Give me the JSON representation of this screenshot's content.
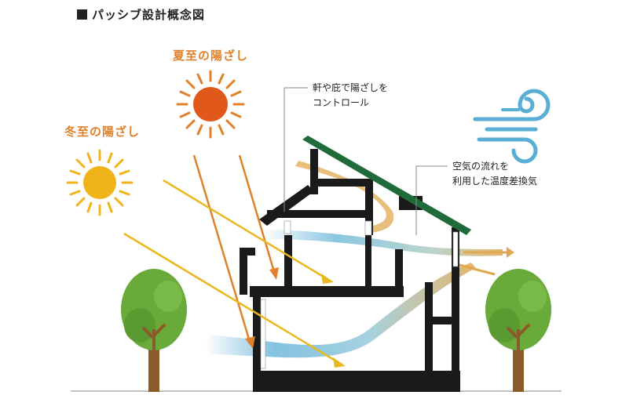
{
  "title": "パッシブ設計概念図",
  "summer_label": "夏至の陽ざし",
  "winter_label": "冬至の陽ざし",
  "eave_note": {
    "line1": "軒や庇で陽ざしを",
    "line2": "コントロール"
  },
  "air_note": {
    "line1": "空気の流れを",
    "line2": "利用した温度差換気"
  },
  "colors": {
    "summer_sun": "#e0581a",
    "winter_sun": "#f0b31a",
    "summer_ray": "#e0812a",
    "winter_ray": "#e8b81e",
    "roof": "#1f6b3a",
    "house": "#1a1a1a",
    "cool_air": "#5aaed6",
    "warm_air": "#e0a850",
    "tree_leaf": "#6aaa3a",
    "tree_trunk": "#8a5a2a",
    "wind_icon": "#5aaed6"
  },
  "icons": [
    "sun-icon",
    "wind-icon",
    "tree-icon"
  ]
}
